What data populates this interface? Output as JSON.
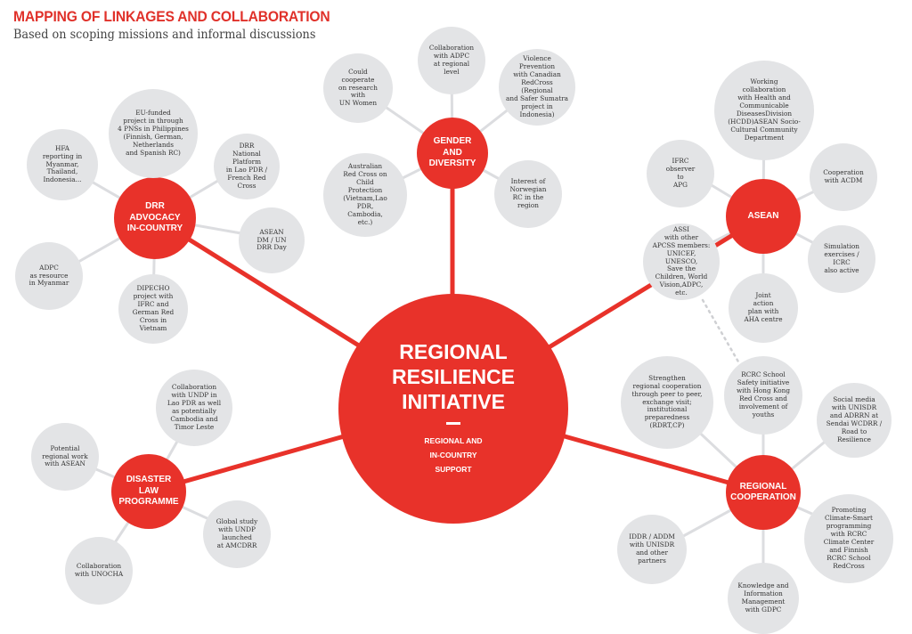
{
  "header": {
    "title": "MAPPING OF LINKAGES AND COLLABORATION",
    "subtitle": "Based on scoping missions and informal discussions"
  },
  "colors": {
    "accent": "#e8322a",
    "title": "#e0312a",
    "leaf": "#e3e4e6",
    "leaf_line": "#dcdde0"
  },
  "center": {
    "title": "REGIONAL\nRESILIENCE\nINITIATIVE",
    "subtitle": "REGIONAL AND\nIN-COUNTRY\nSUPPORT"
  },
  "hubs": {
    "drr": {
      "label": "DRR\nADVOCACY\nIN-COUNTRY",
      "items": [
        "EU-funded\nproject in through\n4 PNSs in Philippines\n(Finnish, German,\nNetherlands\nand Spanish RC)",
        "HFA\nreporting in\nMyanmar,\nThailand,\nIndonesia...",
        "DRR\nNational\nPlatform\nin Lao PDR /\nFrench Red\nCross",
        "ASEAN\nDM / UN\nDRR Day",
        "ADPC\nas resource\nin Myanmar",
        "DIPECHO\nproject with\nIFRC and\nGerman Red\nCross in\nVietnam"
      ]
    },
    "gender": {
      "label": "GENDER\nAND\nDIVERSITY",
      "items": [
        "Collaboration\nwith ADPC\nat regional\nlevel",
        "Could\ncooperate\non research\nwith\nUN Women",
        "Violence\nPrevention\nwith Canadian\nRedCross (Regional\nand Safer Sumatra\nproject in\nIndonesia)",
        "Australian\nRed Cross on\nChild\nProtection\n(Vietnam,Lao\nPDR,\nCambodia,\netc.)",
        "Interest of\nNorwegian\nRC in the\nregion"
      ]
    },
    "asean": {
      "label": "ASEAN",
      "items": [
        "Working\ncollaboration\nwith Health and\nCommunicable\nDiseasesDivision\n(HCDD)ASEAN Socio-\nCultural Community\nDepartment",
        "IFRC\nobserver\nto\nAPG",
        "Cooperation\nwith ACDM",
        "ASSI\nwith other\nAPCSS members:\nUNICEF, UNESCO,\nSave the\nChildren, World\nVision,ADPC,\netc.",
        "Simulation\nexercises /\nICRC\nalso active",
        "Joint\naction\nplan with\nAHA centre"
      ]
    },
    "law": {
      "label": "DISASTER\nLAW\nPROGRAMME",
      "items": [
        "Collaboration\nwith UNDP in\nLao PDR as well\nas potentially\nCambodia and\nTimor Leste",
        "Potential\nregional work\nwith ASEAN",
        "Global study\nwith UNDP\nlaunched\nat AMCDRR",
        "Collaboration\nwith UNOCHA"
      ]
    },
    "regional": {
      "label": "REGIONAL\nCOOPERATION",
      "items": [
        "Strengthen\nregional cooperation\nthrough peer to peer,\nexchange visit;\ninstitutional\npreparedness\n(RDRT,CP)",
        "RCRC School\nSafety initiative\nwith Hong Kong\nRed Cross and\ninvolvement of\nyouths",
        "Social media\nwith UNISDR\nand ADRRN at\nSendai WCDRR /\nRoad to\nResilience",
        "IDDR / ADDM\nwith UNISDR\nand other\npartners",
        "Promoting\nClimate-Smart\nprogramming\nwith RCRC\nClimate Center\nand Finnish\nRCRC School\nRedCross",
        "Knowledge and\nInformation\nManagement\nwith GDPC"
      ]
    }
  }
}
